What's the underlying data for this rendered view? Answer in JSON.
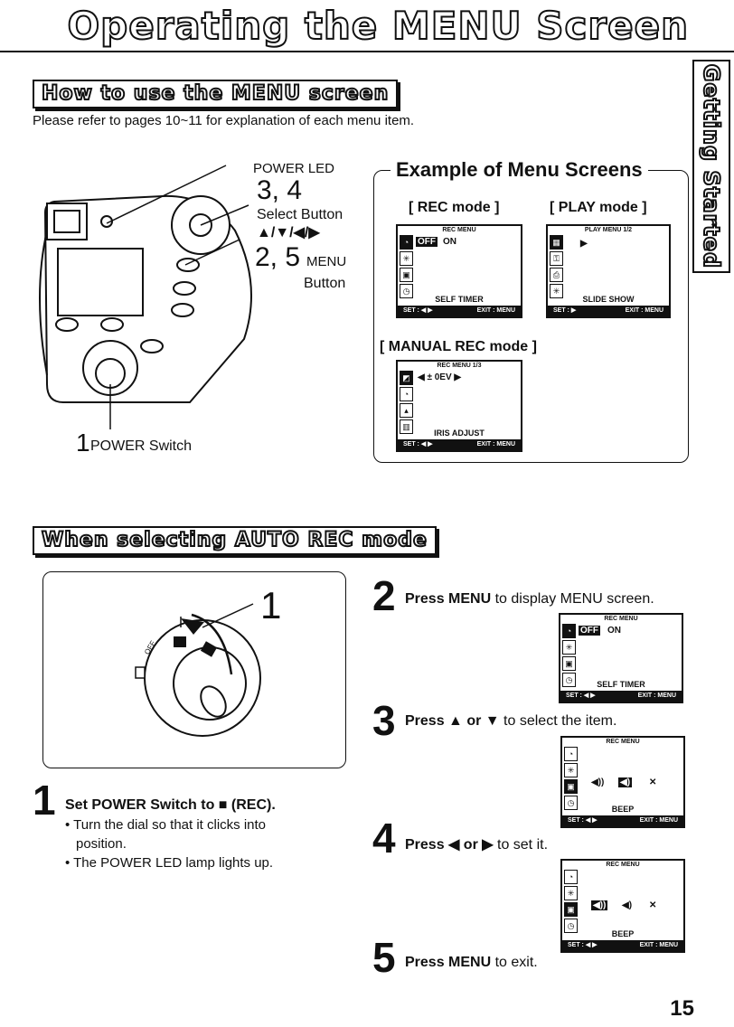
{
  "title": "Operating the MENU Screen",
  "side_tab": "Getting Started",
  "section1": {
    "heading": "How to use the MENU screen",
    "intro": "Please refer to pages 10~11 for explanation of each menu item."
  },
  "camera_labels": {
    "power_led": "POWER LED",
    "nums_34": "3, 4",
    "select_button": "Select Button",
    "arrows": "▲/▼/◀/▶",
    "num_25": "2, 5",
    "menu": "MENU",
    "button": "Button",
    "num_1": "1",
    "power_switch": "POWER Switch"
  },
  "examples": {
    "title": "Example of Menu Screens",
    "rec_mode": "[ REC mode ]",
    "play_mode": "[ PLAY mode ]",
    "manual_mode": "[ MANUAL REC mode ]",
    "rec_screen": {
      "header": "REC MENU",
      "value_sel": "OFF",
      "value": "ON",
      "label": "SELF TIMER",
      "set": "SET : ◀ ▶",
      "exit": "EXIT : MENU"
    },
    "play_screen": {
      "header": "PLAY MENU 1/2",
      "value": "▶",
      "label": "SLIDE SHOW",
      "set": "SET : ▶",
      "exit": "EXIT : MENU"
    },
    "manual_screen": {
      "header": "REC MENU 1/3",
      "value": "◀ ± 0EV ▶",
      "label": "IRIS ADJUST",
      "set": "SET : ◀ ▶",
      "exit": "EXIT : MENU"
    }
  },
  "section2": {
    "heading": "When selecting AUTO REC mode",
    "dial_num": "1",
    "dial_off": "OFF"
  },
  "steps": [
    {
      "num": "1",
      "bold": "Set POWER Switch to ■ (REC).",
      "rest": "",
      "bullets": [
        "• Turn the dial so that it clicks into",
        "position.",
        "• The POWER LED lamp lights up."
      ]
    },
    {
      "num": "2",
      "bold": "Press MENU",
      "rest": " to display MENU screen."
    },
    {
      "num": "3",
      "bold": "Press ▲ or ▼",
      "rest": " to select the item."
    },
    {
      "num": "4",
      "bold": "Press ◀ or ▶",
      "rest": " to set it."
    },
    {
      "num": "5",
      "bold": "Press MENU",
      "rest": " to exit."
    }
  ],
  "step_screens": {
    "s2": {
      "header": "REC MENU",
      "value_sel": "OFF",
      "value": "ON",
      "label": "SELF TIMER",
      "set": "SET : ◀ ▶",
      "exit": "EXIT : MENU"
    },
    "s3": {
      "header": "REC MENU",
      "value_a": "◀))",
      "value_sel": "◀)",
      "value_b": "✕",
      "label": "BEEP",
      "set": "SET : ◀ ▶",
      "exit": "EXIT : MENU"
    },
    "s4": {
      "header": "REC MENU",
      "value_sel": "◀))",
      "value_a": "◀)",
      "value_b": "✕",
      "label": "BEEP",
      "set": "SET : ◀ ▶",
      "exit": "EXIT : MENU"
    }
  },
  "page_number": "15"
}
